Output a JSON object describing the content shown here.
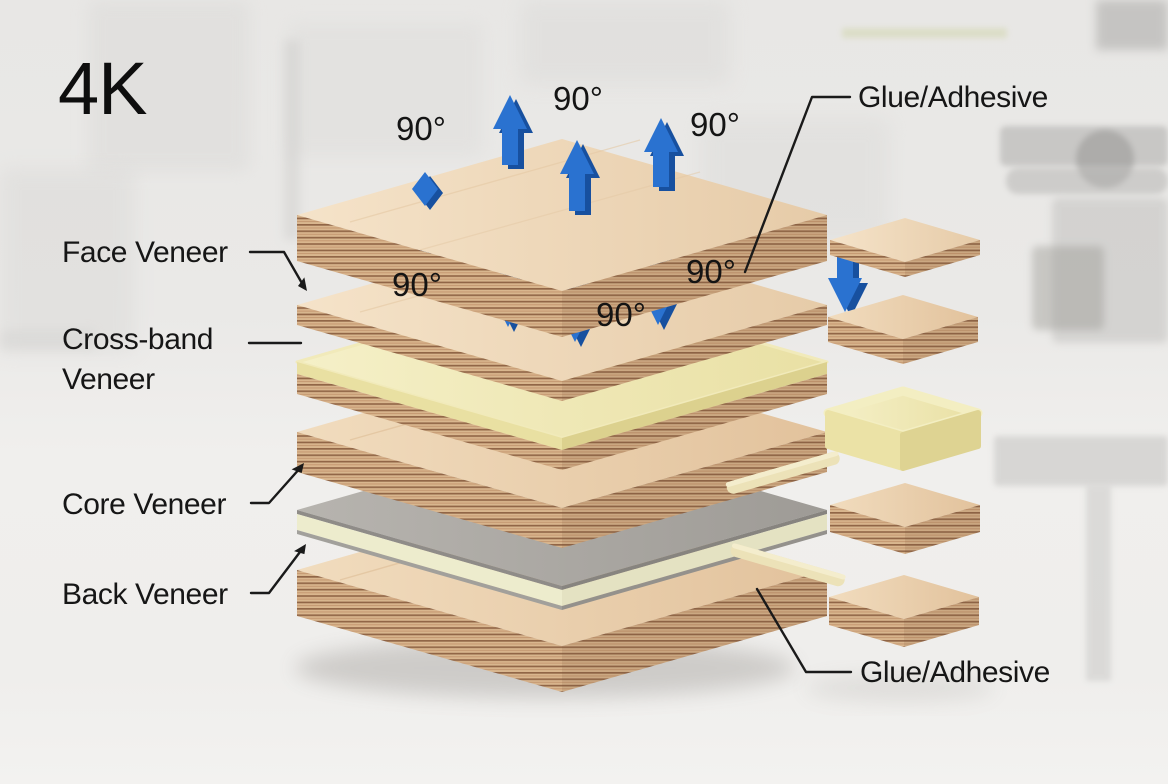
{
  "badge": "4K",
  "layer_labels": {
    "face_veneer": "Face Veneer",
    "cross_band_line1": "Cross-band",
    "cross_band_line2": "Veneer",
    "core_veneer": "Core Veneer",
    "back_veneer": "Back Veneer"
  },
  "glue_labels": {
    "top": "Glue/Adhesive",
    "bottom": "Glue/Adhesive"
  },
  "rotation_labels": [
    "90°",
    "90°",
    "90°",
    "90°",
    "90°",
    "90°"
  ],
  "stack_layers": [
    "plywood-panel",
    "face-veneer",
    "cross-band-veneer-with-glue",
    "core-veneer",
    "adhesive-film",
    "back-veneer"
  ],
  "side_blocks": [
    "plywood-sample",
    "plywood-sample",
    "glue-block",
    "plywood-sample",
    "plywood-sample"
  ],
  "colors": {
    "arrow_blue": "#2a72d0",
    "arrow_blue_dark": "#17509f",
    "wood_face_light": "#f4e2c8",
    "wood_face_dark": "#e3c6a2",
    "wood_edge": "#d9b68e",
    "wood_edge_stripe": "#916647",
    "glue_yellow": "#f2ecbc",
    "film_gray": "#aba8a3",
    "film_cream": "#edeccd",
    "label_text": "#161616",
    "background": "#e9e8e6"
  }
}
